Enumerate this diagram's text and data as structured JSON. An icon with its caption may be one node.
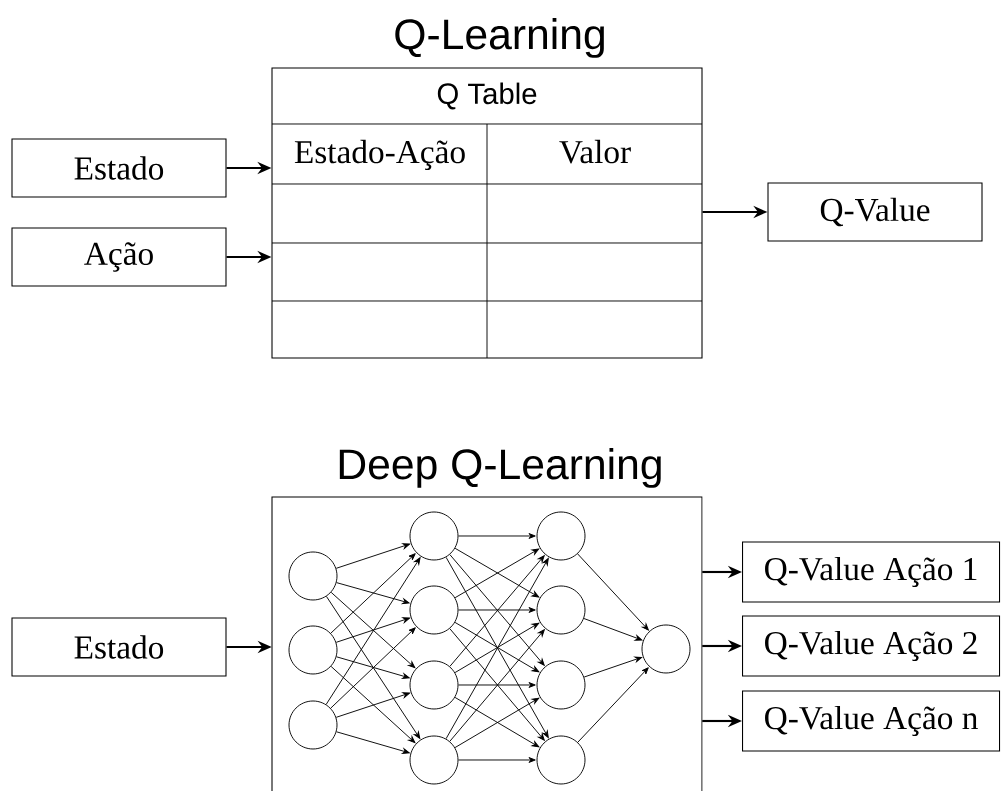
{
  "diagram": {
    "nodes": [
      {
        "text": [
          "Estado"
        ]
      },
      {
        "text": [
          "Ação"
        ]
      },
      {
        "text": [
          "Q Table"
        ]
      },
      {
        "text": [
          "Q-Value"
        ]
      },
      {
        "text": [
          "Estado"
        ]
      },
      {
        "text": [],
        "shape": "box"
      },
      {
        "text": [],
        "shape": "circle",
        "in": 5
      },
      {
        "text": [],
        "shape": "circle",
        "in": 5
      },
      {
        "text": [],
        "shape": "circle",
        "in": 5
      },
      {
        "text": [],
        "shape": "circle",
        "in": 5
      },
      {
        "text": [],
        "shape": "circle",
        "in": 5
      },
      {
        "text": [],
        "shape": "circle",
        "in": 5
      },
      {
        "text": [],
        "shape": "circle",
        "in": 5
      },
      {
        "text": [],
        "shape": "circle",
        "in": 5
      },
      {
        "text": [],
        "shape": "circle",
        "in": 5
      },
      {
        "text": [],
        "shape": "circle",
        "in": 5
      },
      {
        "text": [],
        "shape": "circle",
        "in": 5
      },
      {
        "text": [],
        "shape": "circle",
        "in": 5
      },
      {
        "text": [
          "Q-Value Ação 1"
        ]
      },
      {
        "text": [
          "Q-Value Ação 2"
        ]
      },
      {
        "text": [
          "Q-Value Ação n"
        ]
      }
    ],
    "edges": [
      {
        "from": 0,
        "to": 2,
        "arrow": "to"
      },
      {
        "from": 1,
        "to": 2,
        "arrow": "to"
      },
      {
        "from": 2,
        "to": 3,
        "arrow": "to"
      },
      {
        "from": 4,
        "to": 5,
        "arrow": "to"
      },
      {
        "from": 6,
        "to": 9,
        "arrow": "to"
      },
      {
        "from": 6,
        "to": 10,
        "arrow": "to"
      },
      {
        "from": 6,
        "to": 11,
        "arrow": "to"
      },
      {
        "from": 6,
        "to": 12,
        "arrow": "to"
      },
      {
        "from": 7,
        "to": 9,
        "arrow": "to"
      },
      {
        "from": 7,
        "to": 10,
        "arrow": "to"
      },
      {
        "from": 7,
        "to": 11,
        "arrow": "to"
      },
      {
        "from": 7,
        "to": 12,
        "arrow": "to"
      },
      {
        "from": 8,
        "to": 9,
        "arrow": "to"
      },
      {
        "from": 8,
        "to": 10,
        "arrow": "to"
      },
      {
        "from": 8,
        "to": 11,
        "arrow": "to"
      },
      {
        "from": 8,
        "to": 12,
        "arrow": "to"
      },
      {
        "from": 9,
        "to": 13,
        "arrow": "to"
      },
      {
        "from": 9,
        "to": 14,
        "arrow": "to"
      },
      {
        "from": 9,
        "to": 15,
        "arrow": "to"
      },
      {
        "from": 9,
        "to": 16,
        "arrow": "to"
      },
      {
        "from": 10,
        "to": 13,
        "arrow": "to"
      },
      {
        "from": 10,
        "to": 14,
        "arrow": "to"
      },
      {
        "from": 10,
        "to": 15,
        "arrow": "to"
      },
      {
        "from": 10,
        "to": 16,
        "arrow": "to"
      },
      {
        "from": 11,
        "to": 13,
        "arrow": "to"
      },
      {
        "from": 11,
        "to": 14,
        "arrow": "to"
      },
      {
        "from": 11,
        "to": 15,
        "arrow": "to"
      },
      {
        "from": 11,
        "to": 16,
        "arrow": "to"
      },
      {
        "from": 12,
        "to": 13,
        "arrow": "to"
      },
      {
        "from": 12,
        "to": 14,
        "arrow": "to"
      },
      {
        "from": 12,
        "to": 15,
        "arrow": "to"
      },
      {
        "from": 12,
        "to": 16,
        "arrow": "to"
      },
      {
        "from": 13,
        "to": 17,
        "arrow": "to"
      },
      {
        "from": 14,
        "to": 17,
        "arrow": "to"
      },
      {
        "from": 15,
        "to": 17,
        "arrow": "to"
      },
      {
        "from": 16,
        "to": 17,
        "arrow": "to"
      },
      {
        "from": 5,
        "to": 18,
        "arrow": "to"
      },
      {
        "from": 5,
        "to": 19,
        "arrow": "to"
      },
      {
        "from": 5,
        "to": 20,
        "arrow": "to"
      }
    ],
    "labels": [
      "Q-Learning",
      "Estado-Ação",
      "Valor",
      "Deep Q-Learning"
    ]
  }
}
